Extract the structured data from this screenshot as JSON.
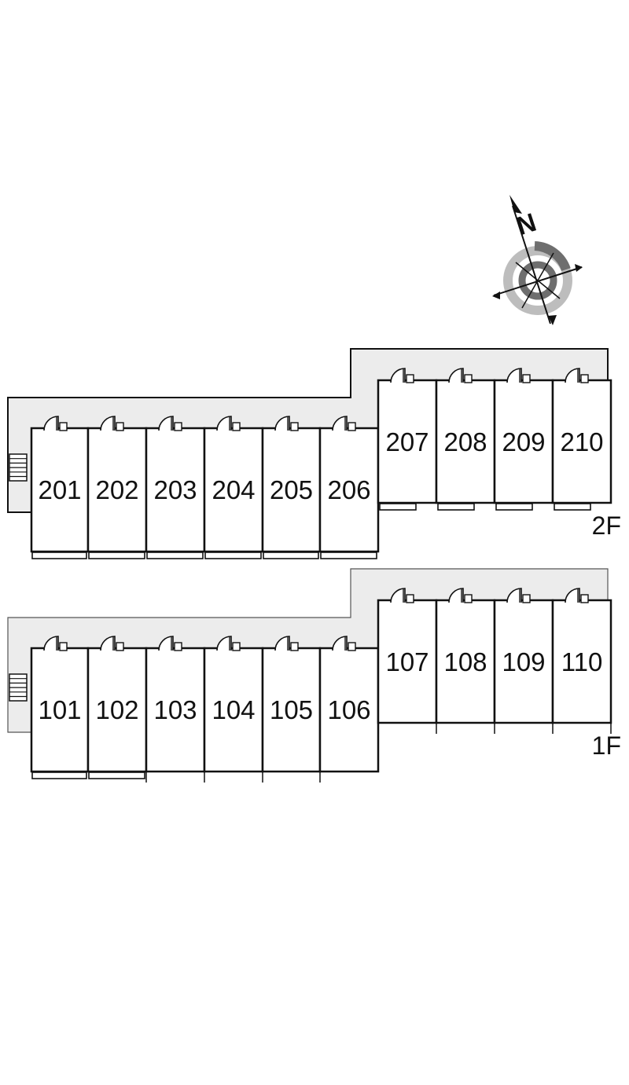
{
  "floors": [
    {
      "label": "2F",
      "rooms": [
        "201",
        "202",
        "203",
        "204",
        "205",
        "206",
        "207",
        "208",
        "209",
        "210"
      ]
    },
    {
      "label": "1F",
      "rooms": [
        "101",
        "102",
        "103",
        "104",
        "105",
        "106",
        "107",
        "108",
        "109",
        "110"
      ]
    }
  ],
  "compass": {
    "north_label": "N",
    "icon": "compass-rose-icon"
  },
  "colors": {
    "corridor": "#ececec",
    "wall": "#111111",
    "ring_dark": "#6e6e6e",
    "ring_light": "#bdbdbd"
  }
}
